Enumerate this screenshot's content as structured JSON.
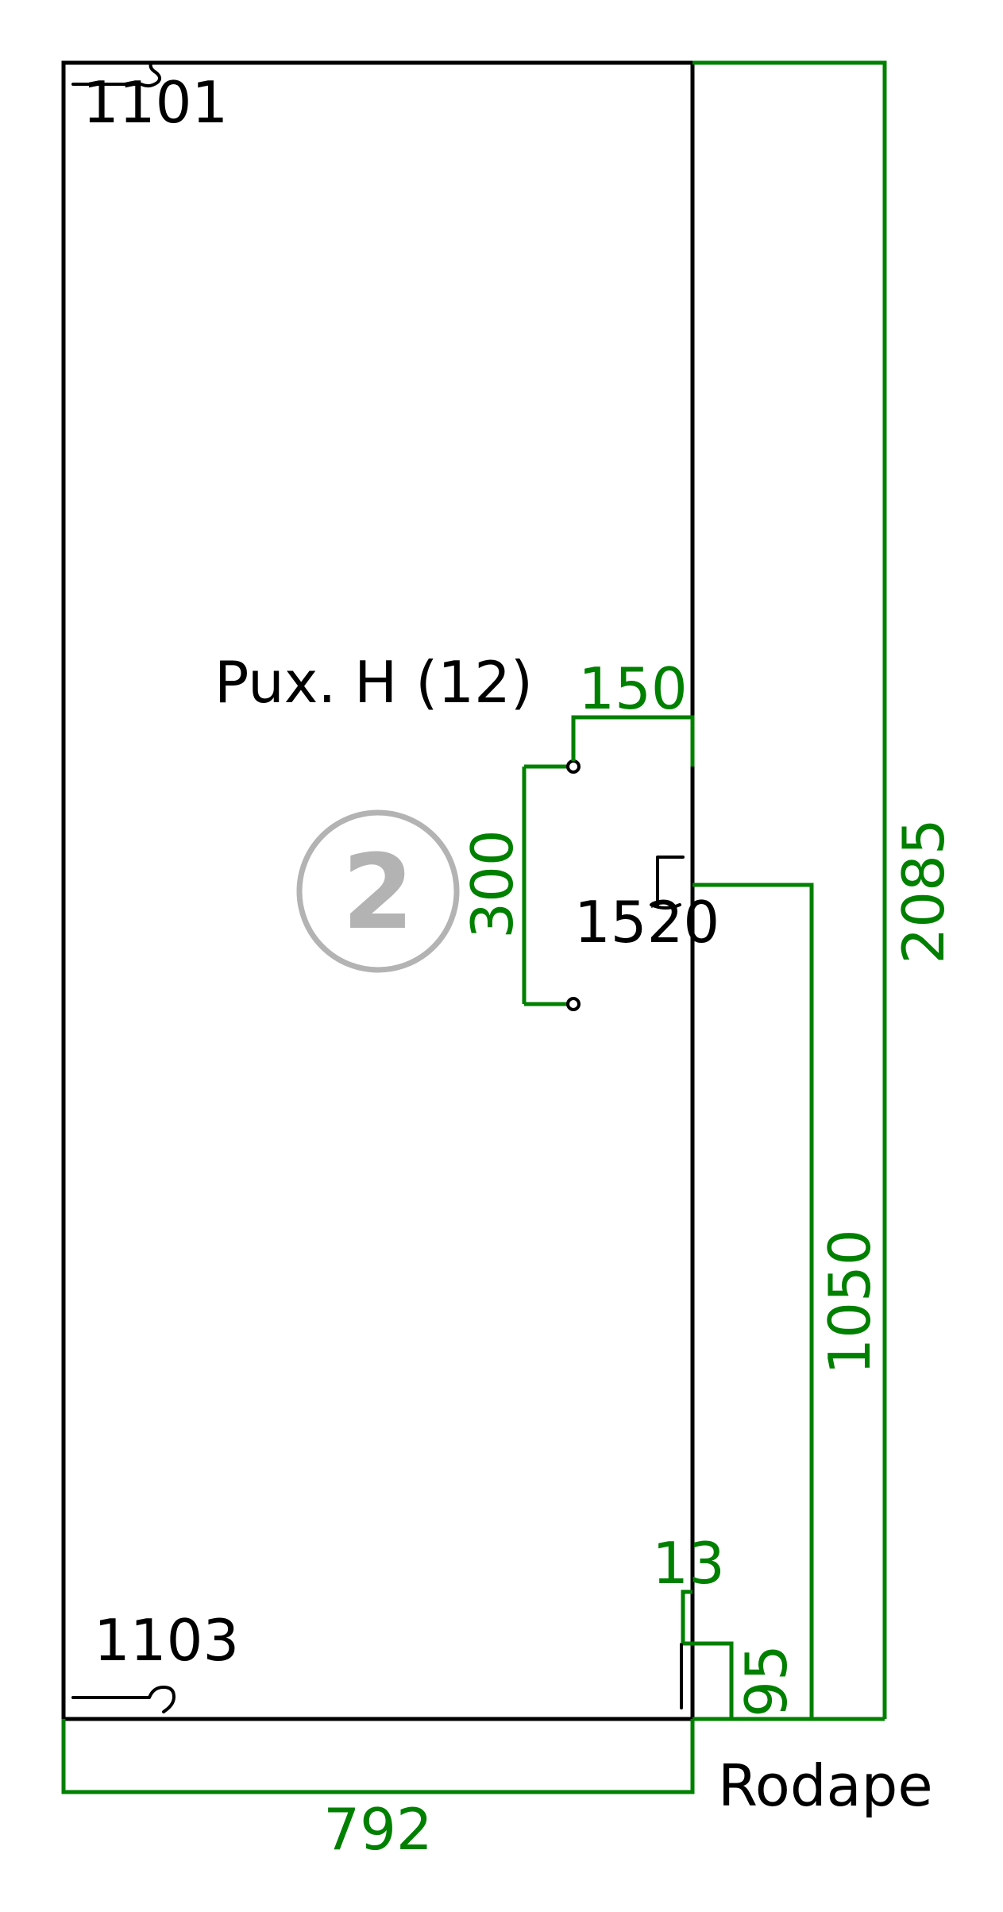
{
  "colors": {
    "outline": "#000000",
    "dimension": "#008000",
    "badge": "#b3b3b3",
    "background": "#ffffff"
  },
  "panel": {
    "number": "2",
    "edge_top_label": "1101",
    "edge_bottom_label": "1103",
    "hardware_label": "Pux. H (12)",
    "hardware_code": "1520",
    "plinth_label": "Rodape"
  },
  "dimensions": {
    "width": "792",
    "height": "2085",
    "handle_spacing": "300",
    "handle_offset": "150",
    "hinge_height": "1050",
    "plinth_height": "95",
    "plinth_thickness": "13"
  }
}
